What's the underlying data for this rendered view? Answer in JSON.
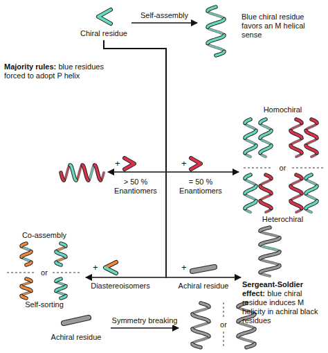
{
  "diagram": {
    "nodes": [
      {
        "text": [
          "Chiral residue"
        ]
      },
      {
        "text": [
          "Blue chiral residue favors an M helical sense"
        ]
      },
      {
        "text": [
          "Majority rules:",
          "blue residues forced to adopt P helix"
        ]
      },
      {
        "text": [
          "> 50 % Enantiomers"
        ]
      },
      {
        "text": [
          "= 50 % Enantiomers"
        ]
      },
      {
        "text": [
          "Homochiral",
          "or",
          "Heterochiral"
        ]
      },
      {
        "text": [
          "Co-assembly",
          "or",
          "Self-sorting"
        ]
      },
      {
        "text": [
          "Diastereoisomers"
        ]
      },
      {
        "text": [
          "Achiral residue"
        ]
      },
      {
        "text": [
          "Sergeant-Soldier effect:",
          "blue chiral residue induces M helicity in achiral black residues"
        ]
      },
      {
        "text": [
          "Achiral residue"
        ]
      },
      {
        "text": [
          "or"
        ]
      }
    ],
    "edges": [
      {
        "from": 0,
        "to": 1,
        "label": "Self-assembly",
        "arrow": "to"
      },
      {
        "from": 0,
        "to": 2,
        "arrow": "to"
      },
      {
        "from": 0,
        "to": 5,
        "arrow": "to"
      },
      {
        "from": 0,
        "to": 6,
        "arrow": "to"
      },
      {
        "from": 0,
        "to": 9,
        "arrow": "to"
      },
      {
        "from": 10,
        "to": 11,
        "label": "Symmetry breaking",
        "arrow": "to"
      }
    ],
    "labels": [
      "+",
      "+",
      "+",
      "+"
    ]
  }
}
